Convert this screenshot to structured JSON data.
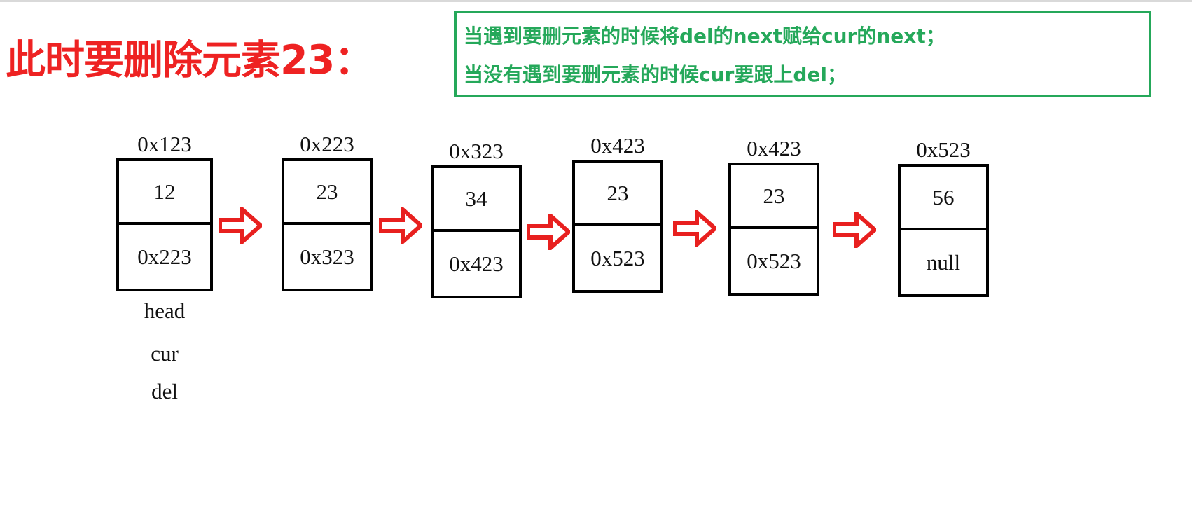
{
  "slide": {
    "title": "此时要删除元素23：",
    "title_color": "#ee2222",
    "note_color": "#25a85a",
    "arrow_color": "#e8201f",
    "note": {
      "line1": "当遇到要删元素的时候将del的next赋给cur的next；",
      "line2": "当没有遇到要删元素的时候cur要跟上del；"
    }
  },
  "linked_list": {
    "nodes": [
      {
        "address": "0x123",
        "value": "12",
        "next": "0x223"
      },
      {
        "address": "0x223",
        "value": "23",
        "next": "0x323"
      },
      {
        "address": "0x323",
        "value": "34",
        "next": "0x423"
      },
      {
        "address": "0x423",
        "value": "23",
        "next": "0x523"
      },
      {
        "address": "0x423",
        "value": "23",
        "next": "0x523"
      },
      {
        "address": "0x523",
        "value": "56",
        "next": "null"
      }
    ],
    "pointers": [
      "head",
      "cur",
      "del"
    ]
  }
}
